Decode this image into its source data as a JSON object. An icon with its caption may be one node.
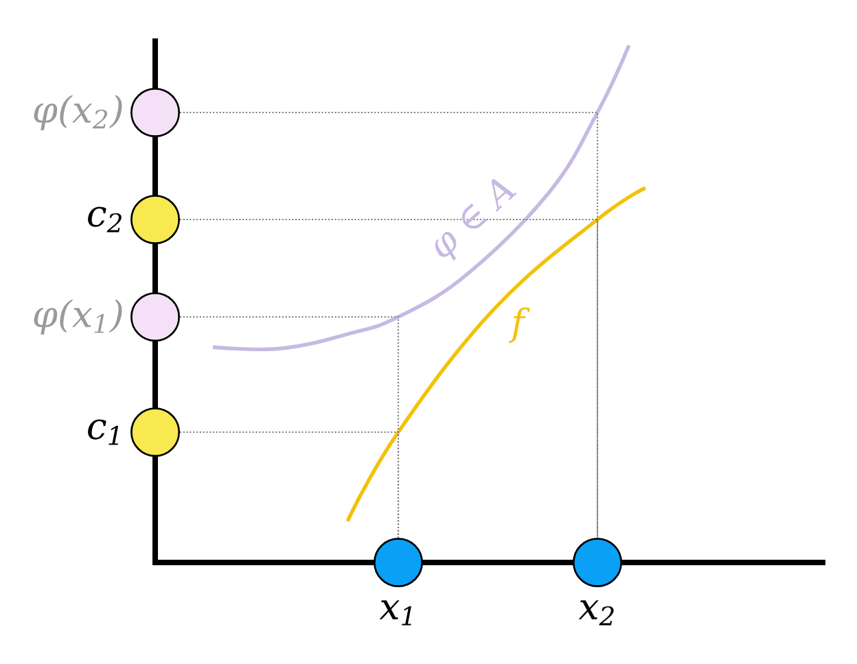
{
  "diagram": {
    "nodes": [
      {
        "text": [],
        "shape": "circle",
        "beside": [
          "φ(x$_{2}$)"
        ]
      },
      {
        "text": [],
        "shape": "circle",
        "beside": [
          "c$_{2}$"
        ]
      },
      {
        "text": [],
        "shape": "circle",
        "beside": [
          "φ(x$_{1}$)"
        ]
      },
      {
        "text": [],
        "shape": "circle",
        "beside": [
          "c$_{1}$"
        ]
      },
      {
        "text": [],
        "shape": "circle",
        "beside": [
          "x$_{1}$"
        ]
      },
      {
        "text": [],
        "shape": "circle",
        "beside": [
          "x$_{2}$"
        ]
      }
    ],
    "edges": [
      {
        "from": 0,
        "to": 5,
        "arrow": "none"
      },
      {
        "from": 2,
        "to": 4,
        "arrow": "none"
      },
      {
        "from": 1,
        "to": 5,
        "arrow": "none"
      },
      {
        "from": 3,
        "to": 4,
        "arrow": "none"
      }
    ],
    "labels": [
      "φ ∈ A",
      "f"
    ]
  }
}
